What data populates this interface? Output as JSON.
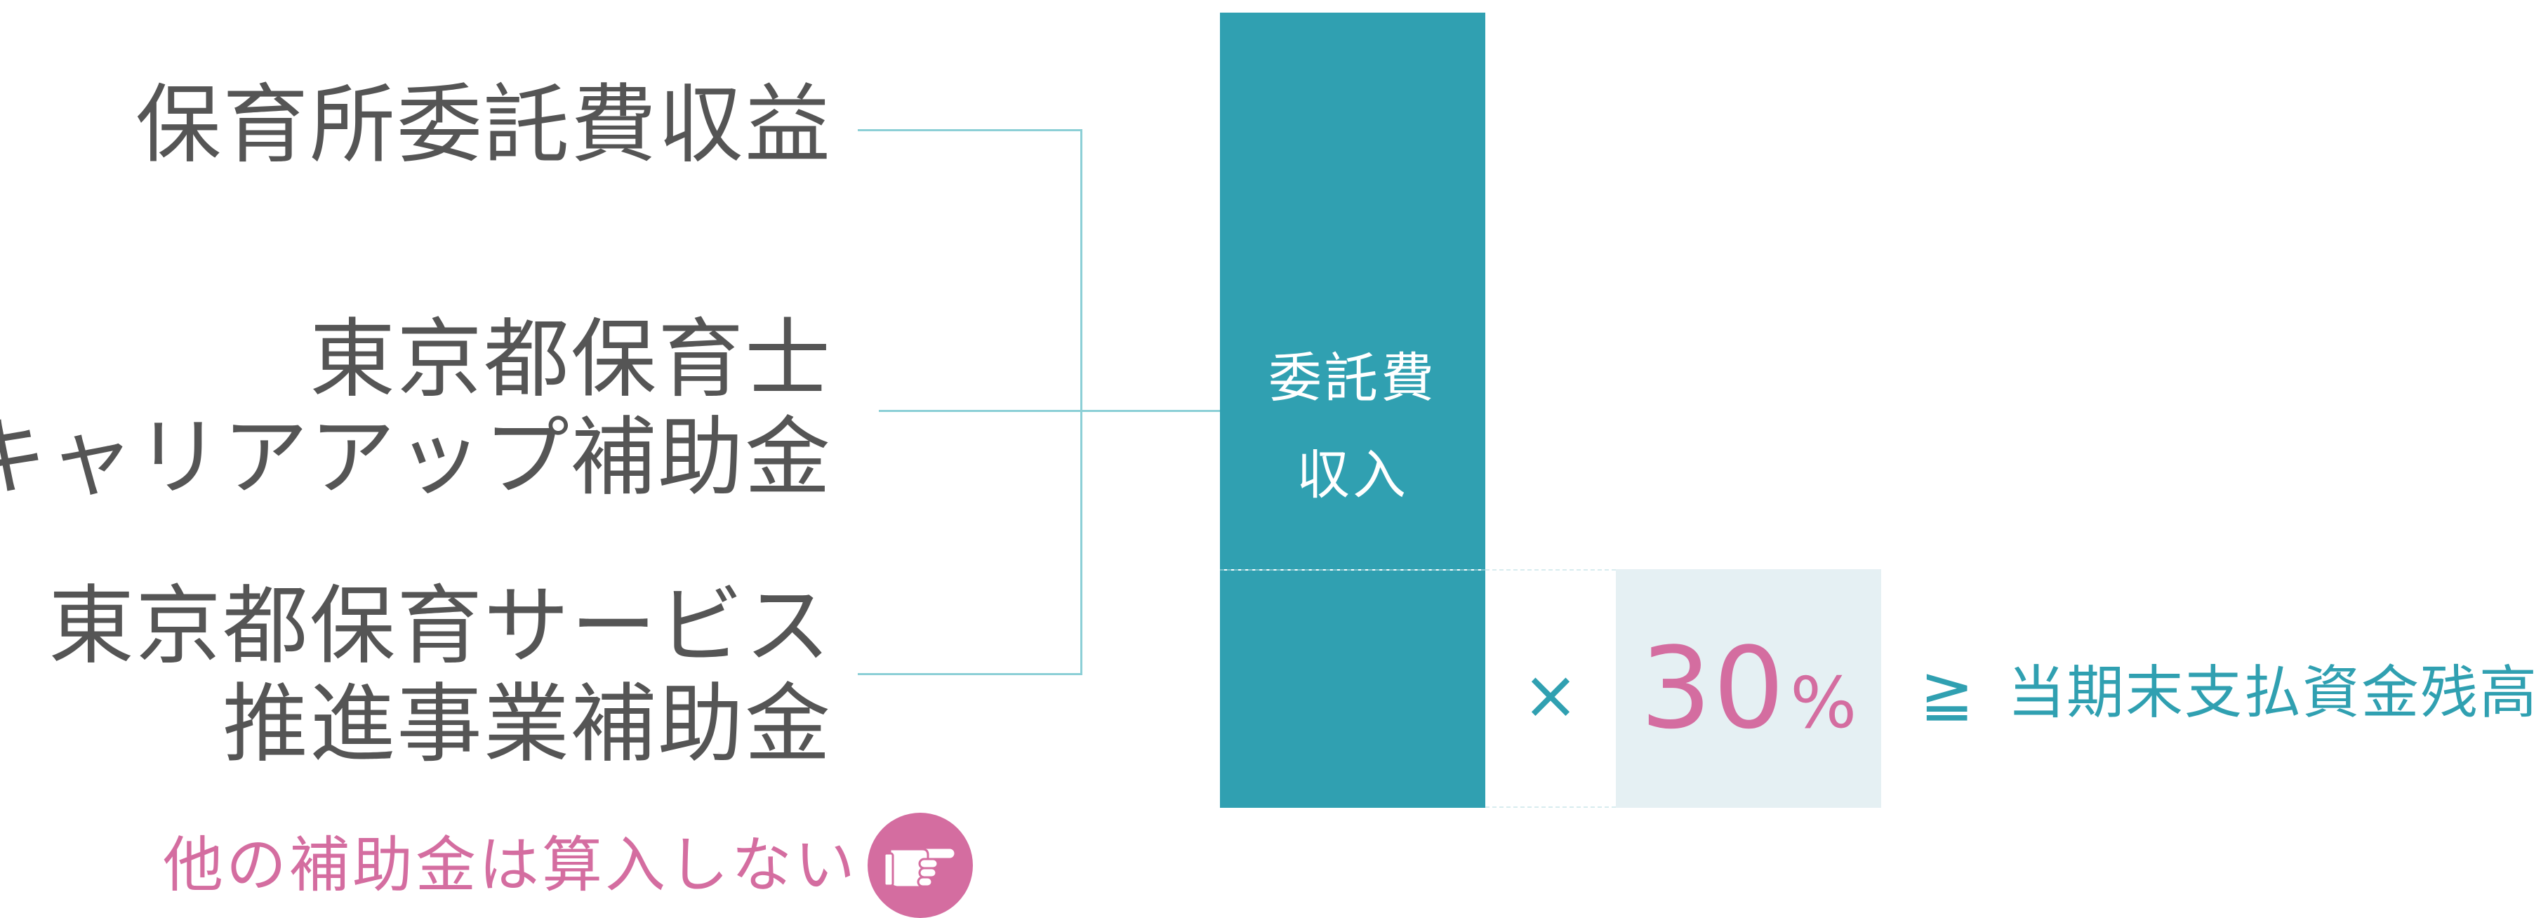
{
  "sources": {
    "item1": "保育所委託費収益",
    "item2": [
      "東京都保育士",
      "キャリアアップ補助金"
    ],
    "item3": [
      "東京都保育サービス",
      "推進事業補助金"
    ]
  },
  "bar": {
    "label": [
      "委託費",
      "収入"
    ]
  },
  "formula": {
    "times": "×",
    "percent_value": "30",
    "percent_sign": "%",
    "ge": "≧",
    "result": "当期末支払資金残高"
  },
  "note": {
    "text": "他の補助金は算入しない",
    "icon": "pointing-hand-icon"
  },
  "colors": {
    "teal": "#30a0b1",
    "pink": "#d46da0",
    "text_gray": "#555555",
    "light_box": "#e5f0f3",
    "connector": "#8ccfd6"
  }
}
